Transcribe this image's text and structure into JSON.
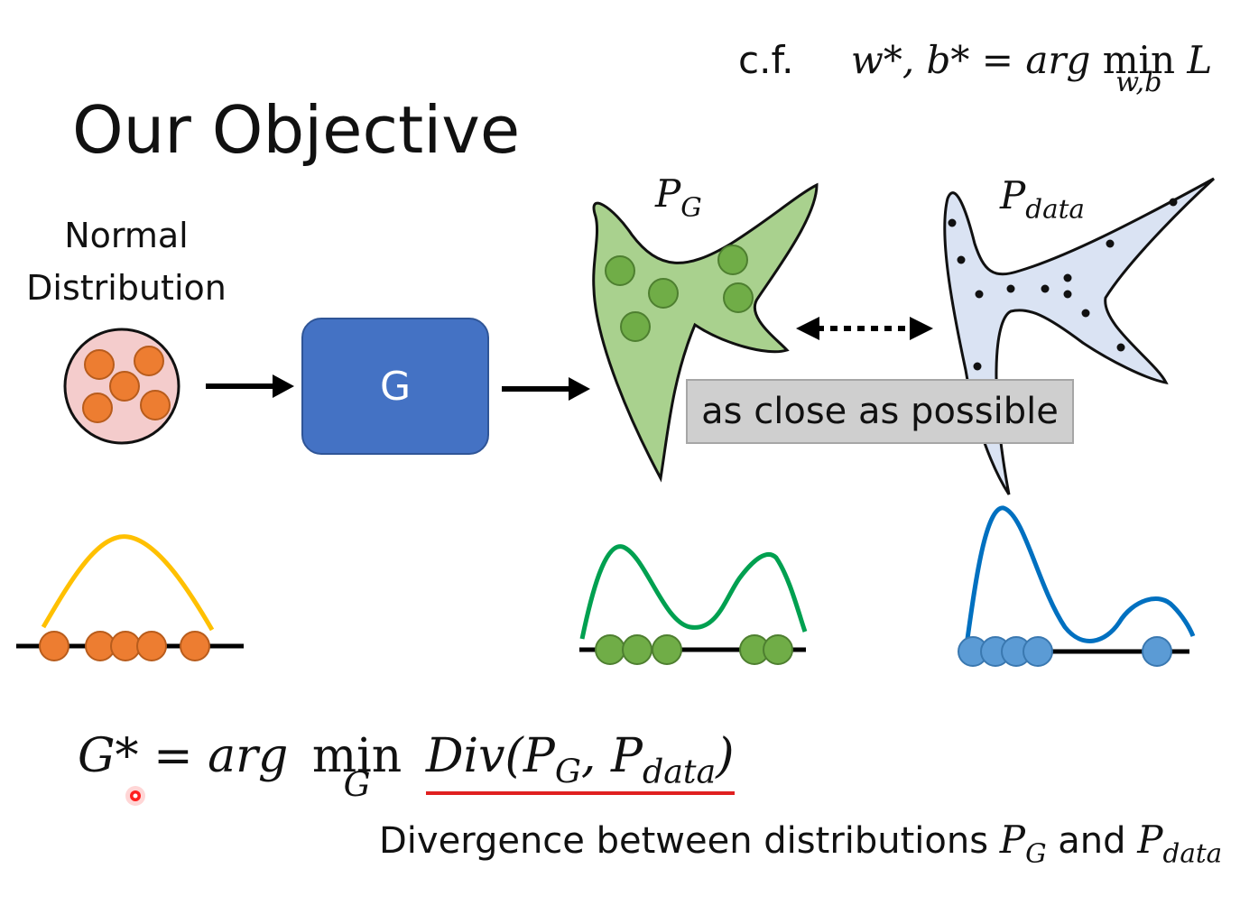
{
  "slide": {
    "title": "Our Objective",
    "normal_label_line1": "Normal",
    "normal_label_line2": "Distribution",
    "cf_prefix": "c.f.",
    "cf_lhs": "w*, b* =",
    "cf_arg": "arg",
    "cf_min": "min",
    "cf_min_sub": "w,b",
    "cf_rhs": "L",
    "generator_label": "G",
    "pg_label_main": "P",
    "pg_label_sub": "G",
    "pdata_label_main": "P",
    "pdata_label_sub": "data",
    "close_text": "as close as possible",
    "objective_lhs": "G* =",
    "objective_arg": "arg",
    "objective_min": "min",
    "objective_min_sub": "G",
    "objective_div": "Div(P",
    "objective_div_sub1": "G",
    "objective_div_mid": ", P",
    "objective_div_sub2": "data",
    "objective_div_end": ")",
    "caption_text": "Divergence between distributions",
    "caption_p1": "P",
    "caption_p1_sub": "G",
    "caption_and": "and",
    "caption_p2": "P",
    "caption_p2_sub": "data"
  },
  "colors": {
    "orange": "#ed7d31",
    "normal_bg": "#f4cccc",
    "green_fill": "#a9d18e",
    "green_dot": "#70ad47",
    "blue_fill": "#dae3f3",
    "blue_dot": "#5b9bd5",
    "yellow_curve": "#ffc000",
    "green_curve": "#00a050",
    "blue_curve": "#0070c0",
    "underline": "#e02020",
    "g_box": "#4472c4"
  }
}
